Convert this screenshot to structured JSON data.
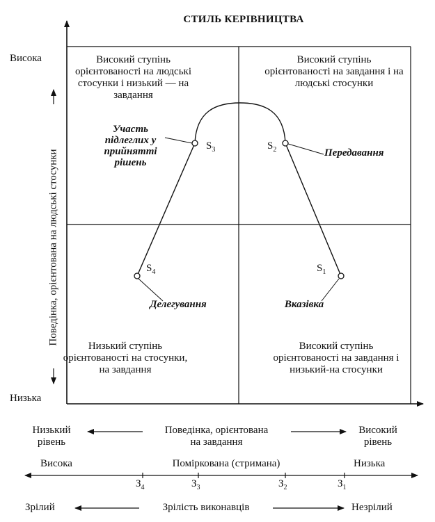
{
  "title": "СТИЛЬ КЕРІВНИЦТВА",
  "y_axis": {
    "label": "Поведінка, орієнтована на людські стосунки",
    "high": "Висока",
    "low": "Низька"
  },
  "quadrants": {
    "top_left": "Високий ступінь орієнтованості на людські стосунки і низький — на завдання",
    "top_right": "Високий ступінь орієнтованості на завдання і на людські стосунки",
    "bottom_left": "Низький ступінь орієнтованості на стосунки, на завдання",
    "bottom_right": "Високий ступінь орієнтованості на завдання і низький-на стосунки"
  },
  "styles": {
    "s1": "Вказівка",
    "s2": "Передавання",
    "s3": "Участь підлеглих у прийнятті рішень",
    "s4": "Делегування"
  },
  "points": {
    "s1": {
      "letter": "S",
      "index": "1"
    },
    "s2": {
      "letter": "S",
      "index": "2"
    },
    "s3": {
      "letter": "S",
      "index": "3"
    },
    "s4": {
      "letter": "S",
      "index": "4"
    }
  },
  "task_axis": {
    "left_top": "Низький",
    "left_bottom": "рівень",
    "center_top": "Поведінка, орієнтована",
    "center_bottom": "на завдання",
    "right_top": "Високий",
    "right_bottom": "рівень"
  },
  "level_scale": {
    "left": "Висока",
    "center": "Поміркована (стримана)",
    "right": "Низька"
  },
  "maturity_marks": [
    {
      "letter": "З",
      "index": "4"
    },
    {
      "letter": "З",
      "index": "3"
    },
    {
      "letter": "З",
      "index": "2"
    },
    {
      "letter": "З",
      "index": "1"
    }
  ],
  "maturity_axis": {
    "left": "Зрілий",
    "center": "Зрілість виконавців",
    "right": "Незрілий"
  }
}
